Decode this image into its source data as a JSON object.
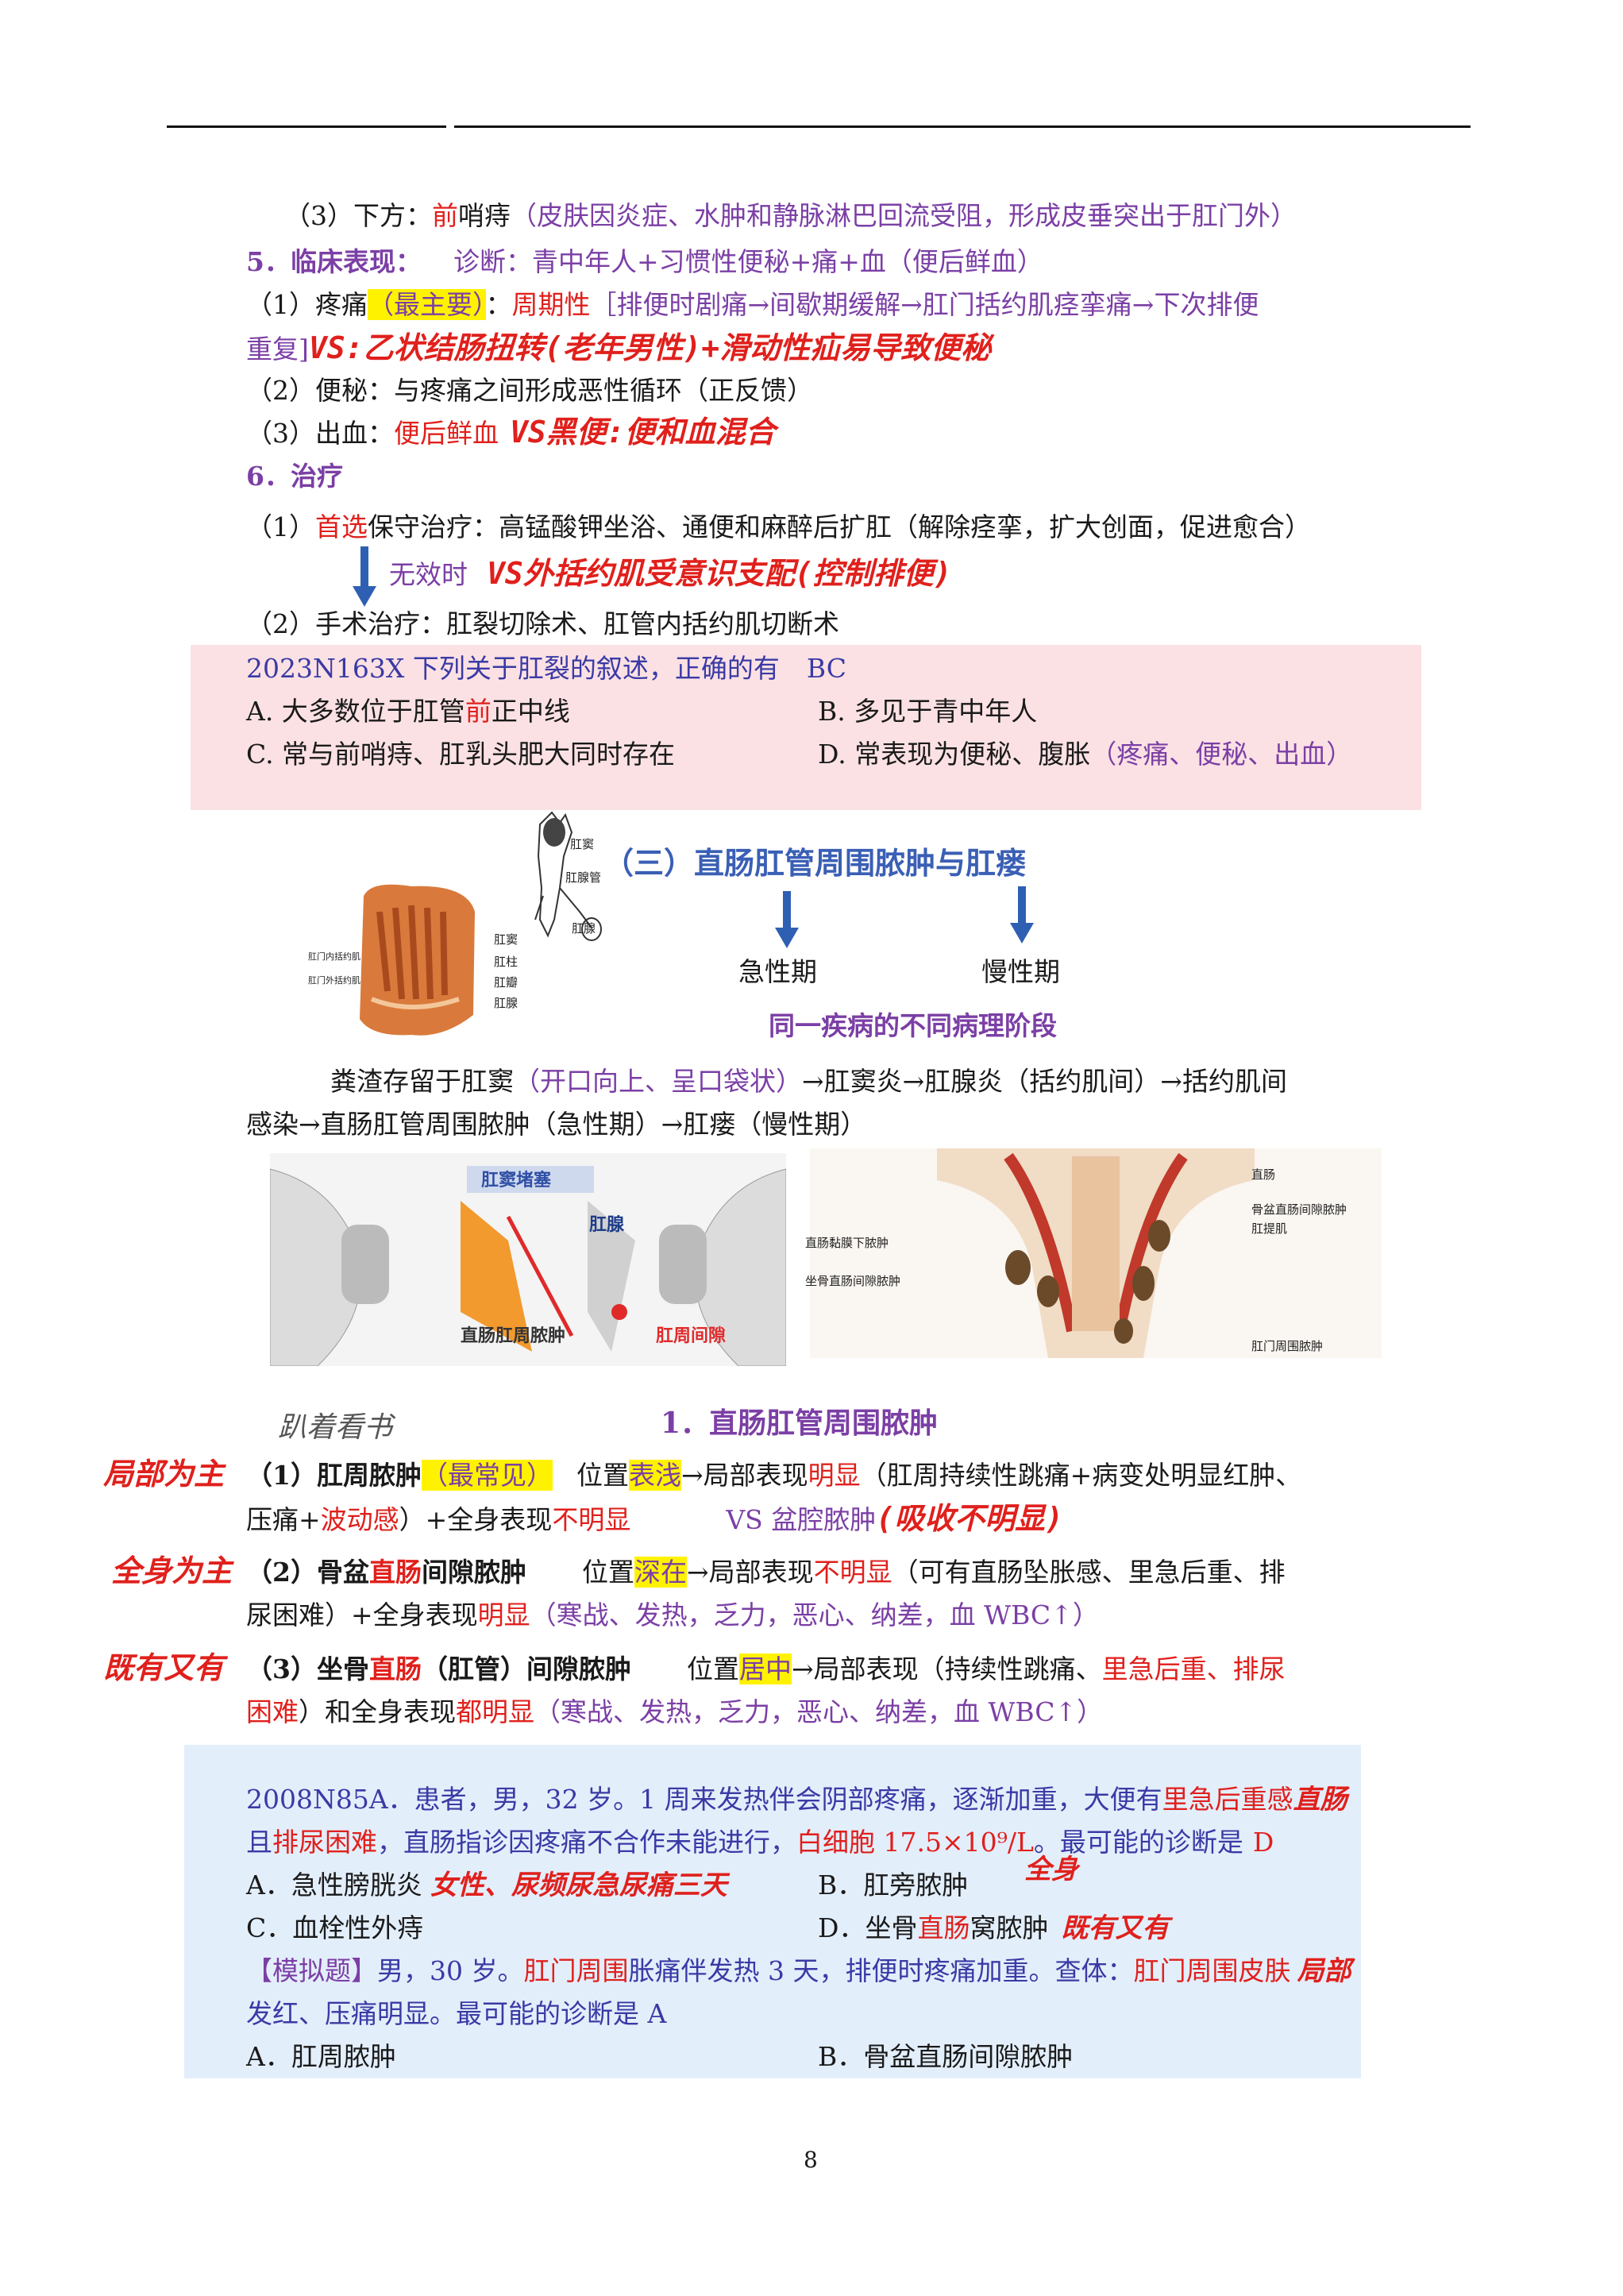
{
  "page_number": "8",
  "line1": {
    "a": "（3）下方：",
    "b": "前",
    "c": "哨痔",
    "d": "（皮肤因炎症、水肿和静脉淋巴回流受阻，形成皮垂突出于肛门外）"
  },
  "sec5": {
    "title": "5．临床表现：",
    "diag": "诊断：青中年人+习惯性便秘+痛+血（便后鲜血）"
  },
  "pain": {
    "a": "（1）疼痛",
    "b": "（最主要）",
    "c": "：",
    "d": "周期性",
    "e": "［排便时剧痛→间歇期缓解→肛门括约肌痉挛痛→下次排便",
    "f": "重复]",
    "g": "VS:乙状结肠扭转(老年男性)+滑动性疝易导致便秘"
  },
  "constip": "（2）便秘：与疼痛之间形成恶性循环（正反馈）",
  "bleed": {
    "a": "（3）出血：",
    "b": "便后鲜血",
    "c": "VS黑便:便和血混合"
  },
  "sec6": {
    "title": "6．治疗"
  },
  "treat1": {
    "a": "（1）",
    "b": "首选",
    "c": "保守治疗：高锰酸钾坐浴、通便和麻醉后扩肛（解除痉挛，扩大创面，促进愈合）"
  },
  "arrow_note": {
    "a": "无效时",
    "b": "VS外括约肌受意识支配(控制排便)"
  },
  "treat2": "（2）手术治疗：肛裂切除术、肛管内括约肌切断术",
  "q2023": {
    "stem": "2023N163X 下列关于肛裂的叙述，正确的有",
    "answer": "BC",
    "A": {
      "a": "A. 大多数位于肛管",
      "b": "前",
      "c": "正中线"
    },
    "B": "B. 多见于青中年人",
    "C": "C. 常与前哨痔、肛乳头肥大同时存在",
    "D": {
      "a": "D. 常表现为便秘、腹胀",
      "b": "（疼痛、便秘、出血）"
    }
  },
  "sec3_title": "（三）直肠肛管周围脓肿与肛瘘",
  "acute": "急性期",
  "chronic": "慢性期",
  "same_disease": "同一疾病的不同病理阶段",
  "anat_labels": {
    "gandou": "肛窦",
    "ganxianguan": "肛腺管",
    "ganxian": "肛腺",
    "l1": "肛门内括约肌",
    "l2": "肛门外括约肌",
    "r1": "肛窦",
    "r2": "肛柱",
    "r3": "肛瓣",
    "r4": "肛腺"
  },
  "path": {
    "a": "粪渣存留于肛窦",
    "b": "（开口向上、呈口袋状）",
    "c": "→肛窦炎→肛腺炎（括约肌间）→括约肌间",
    "d": "感染→直肠肛管周围脓肿（急性期）→肛瘘（慢性期）"
  },
  "img1_labels": {
    "blocked": "肛窦堵塞",
    "gland": "肛腺",
    "abscess": "直肠肛周脓肿",
    "inter": "肛周间隙"
  },
  "img2_labels": {
    "rectum": "直肠",
    "pelvic": "骨盆直肠间隙脓肿",
    "levator": "肛提肌",
    "submucosa": "直肠黏膜下脓肿",
    "ischio": "坐骨直肠间隙脓肿",
    "perianal": "肛门周围脓肿"
  },
  "lying_note": "趴着看书",
  "sub1_title": "1．直肠肛管周围脓肿",
  "side": {
    "local": "局部为主",
    "systemic": "全身为主",
    "both": "既有又有"
  },
  "p1": {
    "a": "（1）肛周脓肿",
    "b": "（最常见）",
    "c": "位置",
    "d": "表浅",
    "e": "→局部表现",
    "f": "明显",
    "g": "（肛周持续性跳痛+病变处明显红肿、",
    "h": "压痛+",
    "i": "波动感",
    "j": "）+全身表现",
    "k": "不明显",
    "l": "VS  盆腔脓肿",
    "m": "(吸收不明显)"
  },
  "p2": {
    "a": "（2）骨盆",
    "b": "直肠",
    "c": "间隙脓肿",
    "d": "位置",
    "e": "深在",
    "f": "→局部表现",
    "g": "不明显",
    "h": "（可有直肠坠胀感、里急后重、排",
    "i": "尿困难）+全身表现",
    "j": "明显",
    "k": "（寒战、发热，乏力，恶心、纳差，血 WBC↑）"
  },
  "p3": {
    "a": "（3）坐骨",
    "b": "直肠",
    "c": "（肛管）间隙脓肿",
    "d": "位置",
    "e": "居中",
    "f": "→局部表现（持续性跳痛、",
    "g": "里急后重、排尿",
    "h": "困难",
    "i": "）和全身表现",
    "j": "都明显",
    "k": "（寒战、发热，乏力，恶心、纳差，血 WBC↑）"
  },
  "q2008": {
    "a": "2008N85A．患者，男，32 岁。1 周来发热伴会阴部疼痛，逐渐加重，大便有",
    "b": "里急后重感",
    "c": "直肠",
    "d": "且",
    "e": "排尿困难",
    "f": "，直肠指诊因疼痛不合作未能进行，",
    "g": "白细胞 17.5×10⁹/L",
    "h": "。最可能的诊断是",
    "i": "D",
    "A": "A．急性膀胱炎",
    "A_note": "女性、尿频尿急尿痛三天",
    "B": "B．肛旁脓肿",
    "B_note": "全身",
    "C": "C．血栓性外痔",
    "D": {
      "a": "D．坐骨",
      "b": "直肠",
      "c": "窝脓肿"
    },
    "D_note": "既有又有"
  },
  "mock": {
    "a": "【模拟题】",
    "b": "男，30 岁。",
    "c": "肛门周围",
    "d": "胀痛伴发热 3 天，排便时疼痛加重。查体：",
    "e": "肛门周围皮肤",
    "f": "局部",
    "g": "发红、压痛明显。最可能的诊断是  A",
    "A": "A．肛周脓肿",
    "B": "B．骨盆直肠间隙脓肿"
  },
  "colors": {
    "red": "#e0201c",
    "purple": "#7b3fa5",
    "highlight": "#fff200",
    "pink_box": "#fbe1e4",
    "blue_box": "#e3eefb",
    "arrow_blue": "#2f5fb3"
  }
}
